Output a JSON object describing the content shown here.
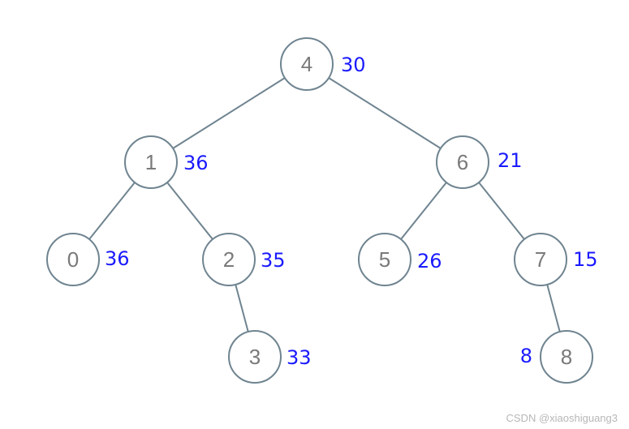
{
  "diagram": {
    "nodes": [
      {
        "id": "n4",
        "key": "4",
        "value": "30"
      },
      {
        "id": "n1",
        "key": "1",
        "value": "36"
      },
      {
        "id": "n6",
        "key": "6",
        "value": "21"
      },
      {
        "id": "n0",
        "key": "0",
        "value": "36"
      },
      {
        "id": "n2",
        "key": "2",
        "value": "35"
      },
      {
        "id": "n5",
        "key": "5",
        "value": "26"
      },
      {
        "id": "n7",
        "key": "7",
        "value": "15"
      },
      {
        "id": "n3",
        "key": "3",
        "value": "33"
      },
      {
        "id": "n8",
        "key": "8",
        "value": "8"
      }
    ],
    "edges": [
      [
        "n4",
        "n1"
      ],
      [
        "n4",
        "n6"
      ],
      [
        "n1",
        "n0"
      ],
      [
        "n1",
        "n2"
      ],
      [
        "n6",
        "n5"
      ],
      [
        "n6",
        "n7"
      ],
      [
        "n2",
        "n3"
      ],
      [
        "n7",
        "n8"
      ]
    ],
    "colors": {
      "edge": "#6f8490",
      "key_text": "#7a7a7a",
      "value_text": "#1a1aff"
    }
  },
  "watermark": "CSDN @xiaoshiguang3"
}
